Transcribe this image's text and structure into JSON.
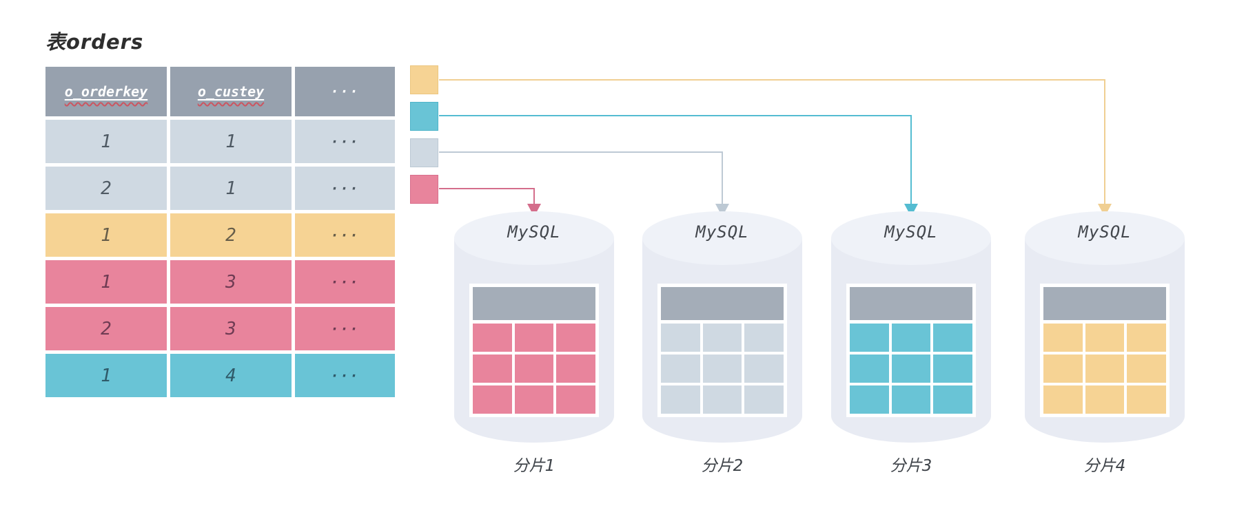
{
  "title": "表orders",
  "table": {
    "headers": [
      "o_orderkey",
      "o_custey",
      "···"
    ],
    "rows": [
      {
        "cells": [
          "1",
          "1",
          "···"
        ],
        "group": "blue"
      },
      {
        "cells": [
          "2",
          "1",
          "···"
        ],
        "group": "blue"
      },
      {
        "cells": [
          "1",
          "2",
          "···"
        ],
        "group": "yellow"
      },
      {
        "cells": [
          "1",
          "3",
          "···"
        ],
        "group": "pink"
      },
      {
        "cells": [
          "2",
          "3",
          "···"
        ],
        "group": "pink"
      },
      {
        "cells": [
          "1",
          "4",
          "···"
        ],
        "group": "cyan"
      }
    ]
  },
  "legend": {
    "swatches": [
      {
        "color_name": "yellow",
        "hex": "#f6d394",
        "target_shard": "分片4"
      },
      {
        "color_name": "cyan",
        "hex": "#69c4d6",
        "target_shard": "分片3"
      },
      {
        "color_name": "blue",
        "hex": "#cfd9e2",
        "target_shard": "分片2"
      },
      {
        "color_name": "pink",
        "hex": "#e8849c",
        "target_shard": "分片1"
      }
    ]
  },
  "shards": [
    {
      "db": "MySQL",
      "label": "分片1",
      "color": "pink"
    },
    {
      "db": "MySQL",
      "label": "分片2",
      "color": "blue"
    },
    {
      "db": "MySQL",
      "label": "分片3",
      "color": "cyan"
    },
    {
      "db": "MySQL",
      "label": "分片4",
      "color": "yellow"
    }
  ],
  "colors": {
    "yellow": "#f6d394",
    "cyan": "#69c4d6",
    "blue": "#cfd9e2",
    "pink": "#e8849c",
    "header_gray": "#97a1ae",
    "mini_header_gray": "#a4adb8",
    "cylinder_body": "#e8ebf3",
    "cylinder_top": "#eff2f8",
    "yellow_line": "#f0cf92",
    "cyan_line": "#54bcd1",
    "blue_line": "#bdc9d4",
    "pink_line": "#d46d8b"
  }
}
